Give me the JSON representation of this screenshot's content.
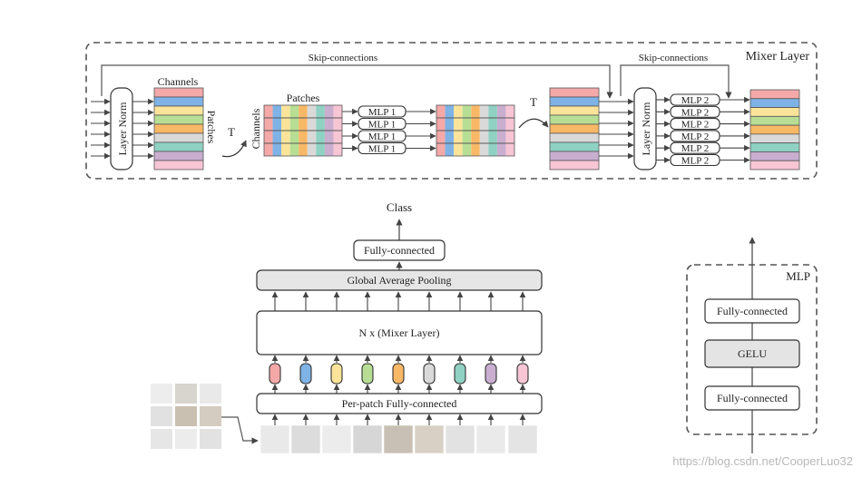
{
  "mixer_layer": {
    "title": "Mixer Layer",
    "skip_left": "Skip-connections",
    "skip_right": "Skip-connections",
    "layer_norm_1": "Layer Norm",
    "layer_norm_2": "Layer Norm",
    "channels_label": "Channels",
    "patches_label_vertical": "Patches",
    "transpose_1": "T",
    "patches_label": "Patches",
    "channels_label_vertical": "Channels",
    "transpose_2": "T",
    "mlp1_blocks": [
      "MLP 1",
      "MLP 1",
      "MLP 1",
      "MLP 1"
    ],
    "mlp2_blocks": [
      "MLP 2",
      "MLP 2",
      "MLP 2",
      "MLP 2",
      "MLP 2",
      "MLP 2"
    ]
  },
  "main_model": {
    "class_label": "Class",
    "head_fc": "Fully-connected",
    "pooling": "Global Average Pooling",
    "mixer_stack": "N x (Mixer Layer)",
    "per_patch_fc": "Per-patch Fully-connected"
  },
  "mlp_block": {
    "title": "MLP",
    "fc_top": "Fully-connected",
    "activation": "GELU",
    "fc_bottom": "Fully-connected"
  },
  "token_colors": [
    "#f4a9a8",
    "#7fb2e5",
    "#fbe49a",
    "#b7de94",
    "#f8b866",
    "#d9d9d9",
    "#8fd1c2",
    "#c9aed0",
    "#f7c5d4"
  ],
  "watermark": "https://blog.csdn.net/CooperLuo32"
}
